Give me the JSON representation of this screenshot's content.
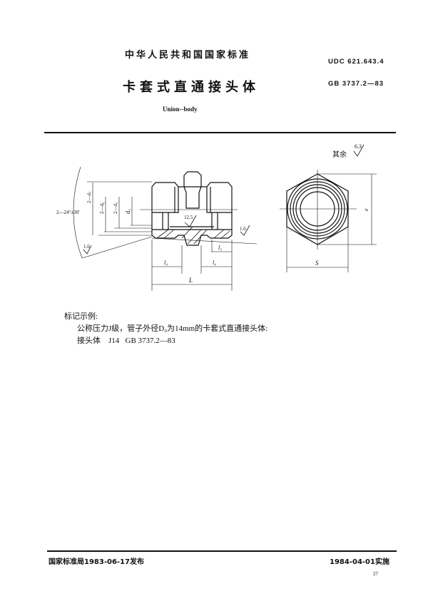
{
  "header": {
    "standard_type": "中华人民共和国国家标准",
    "title_cn": "卡套式直通接头体",
    "title_en": "Union--body",
    "udc": "UDC  621.643.4",
    "gb_number": "GB  3737.2—83"
  },
  "drawing": {
    "surface_note_label": "其余",
    "surface_roughness_default": "6.3",
    "side_view": {
      "angle_label": "2—24°±30′",
      "dim_d7": "2—d₇",
      "dim_d6": "2—d₆",
      "dim_d5": "2—d₅",
      "dim_d3": "d₃",
      "roughness_center": "12.5",
      "roughness_right": "1.6",
      "roughness_left": "1.6",
      "dim_l3": "l₃",
      "dim_l4_left": "l₄",
      "dim_l4_right": "l₄",
      "dim_L": "L"
    },
    "end_view": {
      "dim_e": "e",
      "dim_S": "S"
    }
  },
  "notes": {
    "heading": "标记示例:",
    "line1": "公称压力J级，管子外径D₀为14mm的卡套式直通接头体:",
    "line2": "接头体    J14   GB 3737.2—83"
  },
  "footer": {
    "published": "国家标准局1983-06-17发布",
    "implemented": "1984-04-01实施",
    "page_number": "27"
  }
}
